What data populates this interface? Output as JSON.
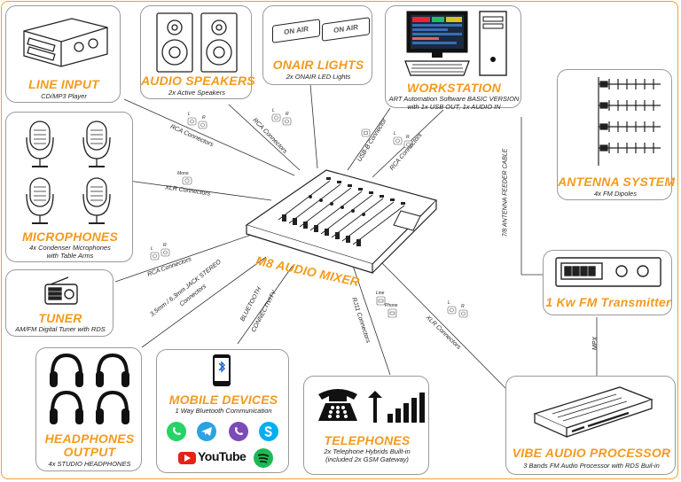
{
  "mixer": {
    "title": "M8 AUDIO MIXER"
  },
  "nodes": {
    "line_input": {
      "title": "LINE INPUT",
      "sub": "CD/MP3 Player"
    },
    "audio_speakers": {
      "title": "AUDIO SPEAKERS",
      "sub": "2x Active Speakers"
    },
    "onair_lights": {
      "title": "ONAIR LIGHTS",
      "sub": "2x ONAIR LED Lights",
      "sign_text": "ON AIR"
    },
    "workstation": {
      "title": "WORKSTATION",
      "sub1": "ART Automation Software BASIC VERSION",
      "sub2": "with 1x USB OUT, 1x AUDIO IN"
    },
    "antenna_system": {
      "title": "ANTENNA SYSTEM",
      "sub": "4x FM Dipoles"
    },
    "microphones": {
      "title": "MICROPHONES",
      "sub1": "4x Condenser Microphones",
      "sub2": "with Table Arms"
    },
    "tuner": {
      "title": "TUNER",
      "sub": "AM/FM Digital Tuner with RDS"
    },
    "transmitter": {
      "title": "1 Kw FM Transmitter"
    },
    "headphones": {
      "title1": "HEADPHONES",
      "title2": "OUTPUT",
      "sub": "4x STUDIO HEADPHONES"
    },
    "mobile_devices": {
      "title": "MOBILE DEVICES",
      "sub": "1 Way Bluetooth Communication",
      "youtube": "YouTube"
    },
    "telephones": {
      "title": "TELEPHONES",
      "sub1": "2x Telephone Hybrids Built-in",
      "sub2": "(included 2x GSM Gateway)"
    },
    "vibe": {
      "title": "VIBE AUDIO PROCESSOR",
      "sub": "3 Bands FM Audio Processor with RDS Buil-in"
    }
  },
  "connections": {
    "line_input": "RCA Connectors",
    "speakers": "RCA Connectors",
    "workstation_usb": "USB-B Connector",
    "workstation_rca": "RCA Connectors",
    "microphones": "XLR Connectors",
    "tuner": "RCA Connectors",
    "headphones1": "3,5mm / 6,3mm JACK STEREO",
    "headphones2": "Connectors",
    "bluetooth1": "BLUETOOTH",
    "bluetooth2": "CONNECTIVITY",
    "telephones": "RJ11 Connectors",
    "vibe": "XLR Connectors",
    "antenna_cable": "7/8 ANTENNA FEEDER CABLE",
    "mpx": "MPX"
  },
  "connector_marks": {
    "left": "L",
    "right": "R",
    "mono": "Mono",
    "line": "Line",
    "phone": "Phone"
  },
  "colors": {
    "accent": "#f39a1e",
    "frame": "#f0a030",
    "box_border": "#9a9a9a",
    "line": "#333333"
  },
  "icons": [
    "cd-player-icon",
    "speaker-icon",
    "onair-sign-icon",
    "computer-icon",
    "antenna-icon",
    "microphone-icon",
    "radio-icon",
    "transmitter-icon",
    "headphones-icon",
    "smartphone-icon",
    "whatsapp-icon",
    "telegram-icon",
    "viber-icon",
    "skype-icon",
    "youtube-icon",
    "spotify-icon",
    "telephone-icon",
    "signal-bars-icon",
    "audio-processor-icon",
    "mixer-icon"
  ]
}
